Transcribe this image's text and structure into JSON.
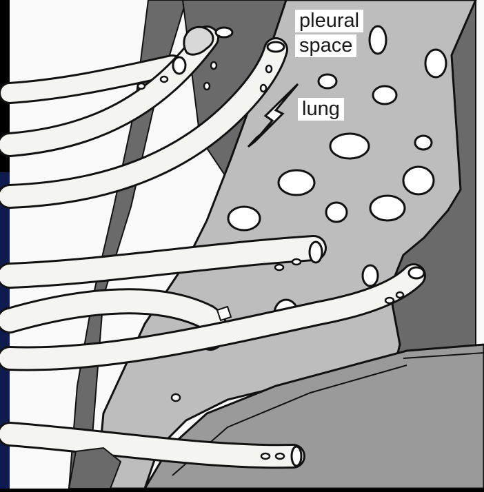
{
  "labels": {
    "pleural_space_line1": "pleural",
    "pleural_space_line2": "space",
    "lung": "lung"
  },
  "colors": {
    "slide_background_dark": "#000000",
    "slide_background_navy": "#0d1b4e",
    "line_art": "#111111",
    "tube_fill": "#f4f4f0",
    "lung_tissue": "#bdbdbd",
    "pleura_dark": "#6a6a6a",
    "lower_tissue": "#9a9a9a",
    "paper": "#fafafa"
  }
}
